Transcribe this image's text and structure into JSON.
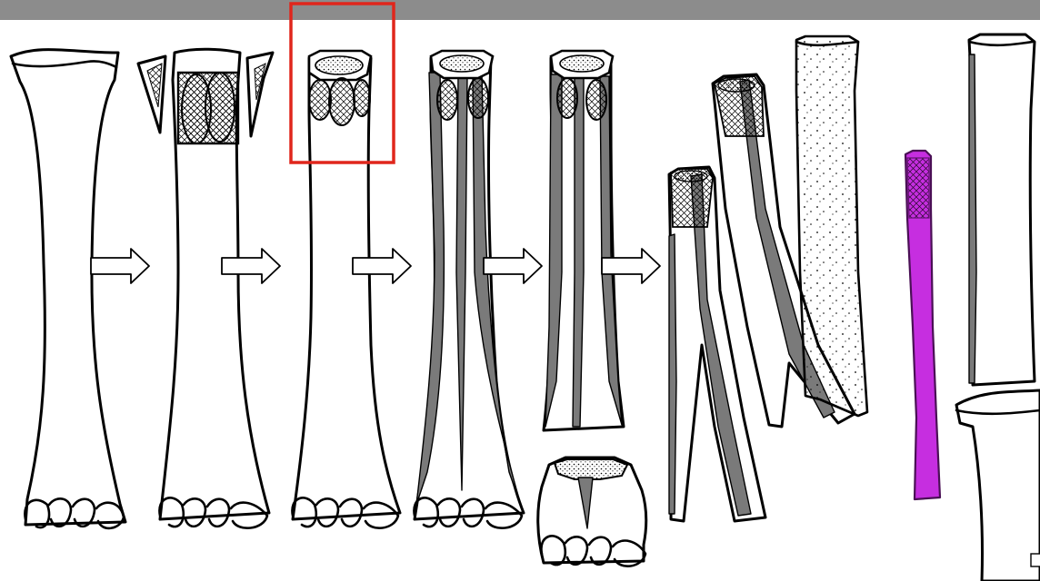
{
  "colors": {
    "top_bar": "#8c8c8c",
    "highlight_box": "#e0261c",
    "groove_fill": "#7a7a7a",
    "final_blank": "#c62ee0",
    "outline": "#000000",
    "background": "#ffffff"
  },
  "stages": [
    {
      "name": "whole-metapodial",
      "label": ""
    },
    {
      "name": "grooved-epiphysis",
      "label": ""
    },
    {
      "name": "epiphysis-removed",
      "label": ""
    },
    {
      "name": "longitudinal-grooves",
      "label": ""
    },
    {
      "name": "deep-grooves",
      "label": ""
    },
    {
      "name": "split-splinters",
      "label": ""
    },
    {
      "name": "finished-blank",
      "label": ""
    }
  ],
  "arrows_count": 5,
  "icons": [
    "right-arrow-icon",
    "corner-square-icon"
  ]
}
